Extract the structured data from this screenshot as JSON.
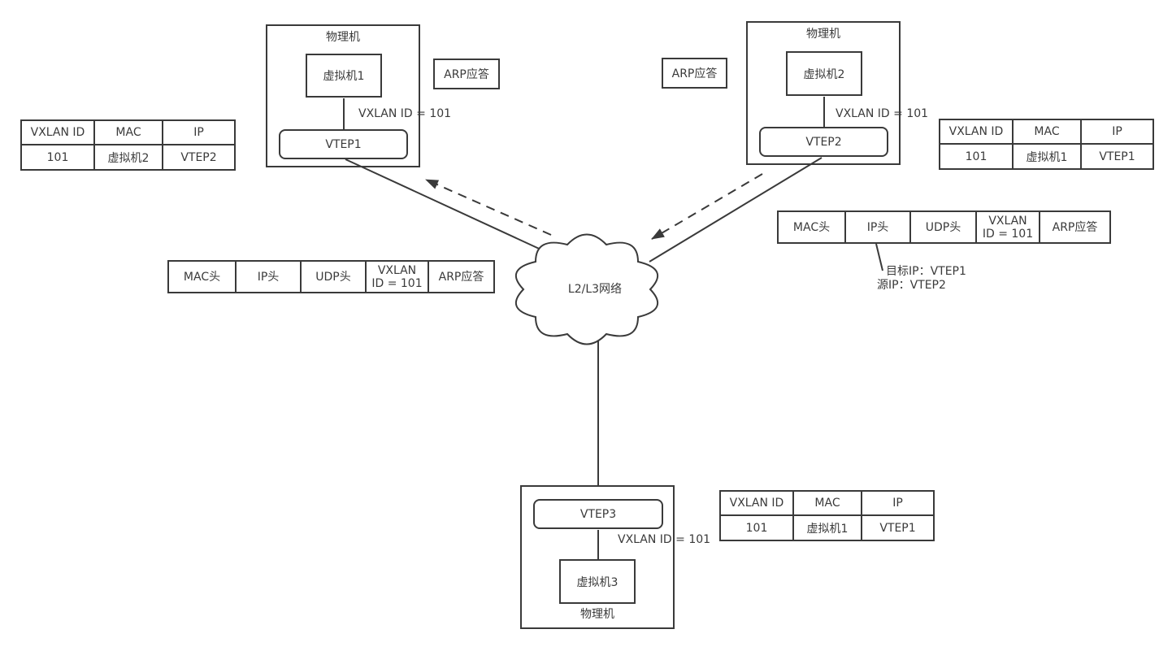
{
  "colors": {
    "stroke": "#3a3a3a",
    "background": "#ffffff"
  },
  "cloud": {
    "label": "L2/L3网络"
  },
  "hosts": [
    {
      "label": "物理机",
      "vm": "虚拟机1",
      "vtep": "VTEP1",
      "vxlan": "VXLAN ID = 101"
    },
    {
      "label": "物理机",
      "vm": "虚拟机2",
      "vtep": "VTEP2",
      "vxlan": "VXLAN ID = 101"
    },
    {
      "label": "物理机",
      "vm": "虚拟机3",
      "vtep": "VTEP3",
      "vxlan": "VXLAN ID = 101"
    }
  ],
  "arp_boxes": {
    "near_host1": "ARP应答",
    "near_host2": "ARP应答"
  },
  "mapping_headers": [
    "VXLAN ID",
    "MAC",
    "IP"
  ],
  "mapping_tables": {
    "left": {
      "rows": [
        [
          "101",
          "虚拟机2",
          "VTEP2"
        ]
      ]
    },
    "right": {
      "rows": [
        [
          "101",
          "虚拟机1",
          "VTEP1"
        ]
      ]
    },
    "bottom": {
      "rows": [
        [
          "101",
          "虚拟机1",
          "VTEP1"
        ]
      ]
    }
  },
  "packet_cells": [
    "MAC头",
    "IP头",
    "UDP头",
    "VXLAN\nID = 101",
    "ARP应答"
  ],
  "callout": {
    "line1": "目标IP：VTEP1",
    "line2": "源IP：VTEP2"
  }
}
